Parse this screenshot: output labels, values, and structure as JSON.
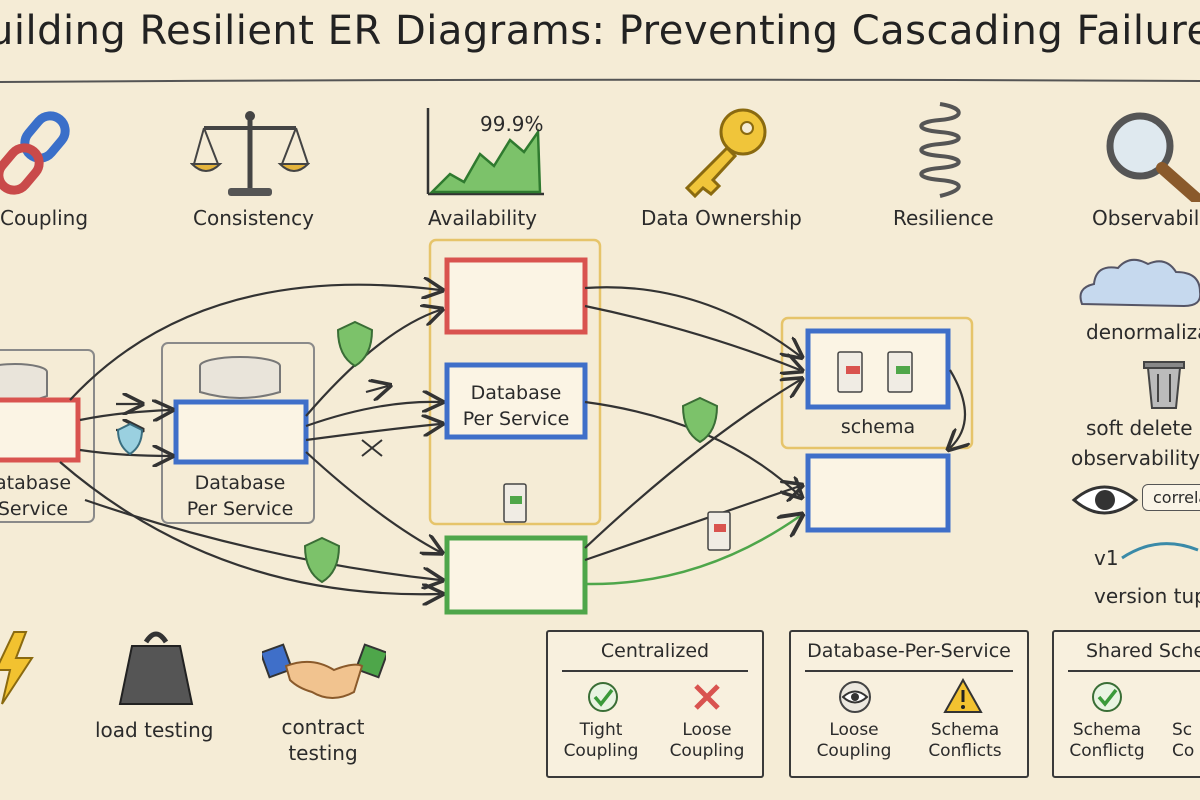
{
  "title": "uilding Resilient ER Diagrams: Preventing Cascading Failure",
  "concepts": [
    {
      "label": "Coupling",
      "icon": "chain-link-icon"
    },
    {
      "label": "Consistency",
      "icon": "balance-scale-icon"
    },
    {
      "label": "Availability",
      "icon": "uptime-chart-icon",
      "value": "99.9%"
    },
    {
      "label": "Data Ownership",
      "icon": "key-icon"
    },
    {
      "label": "Resilience",
      "icon": "spring-icon"
    },
    {
      "label": "Observabili",
      "icon": "magnifying-glass-icon"
    }
  ],
  "diagram": {
    "service_left": {
      "line1": "atabase",
      "line2": "Service"
    },
    "service_mid": {
      "line1": "Database",
      "line2": "Per Service"
    },
    "service_center": {
      "line1": "Database",
      "line2": "Per Service"
    },
    "schema_label": "schema"
  },
  "side_notes": {
    "denormalize": "denormaliza",
    "soft_delete": "soft delete",
    "observability": "observability",
    "correlation": "correla",
    "version": "v1",
    "version_tag": "version tup"
  },
  "bottom_tools": {
    "load_testing": "load testing",
    "contract_testing_1": "contract",
    "contract_testing_2": "testing"
  },
  "panels": {
    "centralized": {
      "title": "Centralized",
      "item1": {
        "line1": "Tight",
        "line2": "Coupling",
        "icon": "check-icon"
      },
      "item2": {
        "line1": "Loose",
        "line2": "Coupling",
        "icon": "x-icon"
      }
    },
    "dbps": {
      "title": "Database-Per-Service",
      "item1": {
        "line1": "Loose",
        "line2": "Coupling",
        "icon": "eye-icon"
      },
      "item2": {
        "line1": "Schema",
        "line2": "Conflicts",
        "icon": "warning-icon"
      }
    },
    "shared": {
      "title": "Shared Sche",
      "item1": {
        "line1": "Schema",
        "line2": "Conflictg",
        "icon": "check-icon"
      },
      "item2": {
        "line1": "Sc",
        "line2": "Co",
        "icon": "unknown"
      }
    }
  },
  "colors": {
    "background": "#f5ecd6",
    "red": "#d9534f",
    "blue": "#3f6fc9",
    "green": "#4ea64a",
    "yellow_frame": "#e6c46a"
  }
}
